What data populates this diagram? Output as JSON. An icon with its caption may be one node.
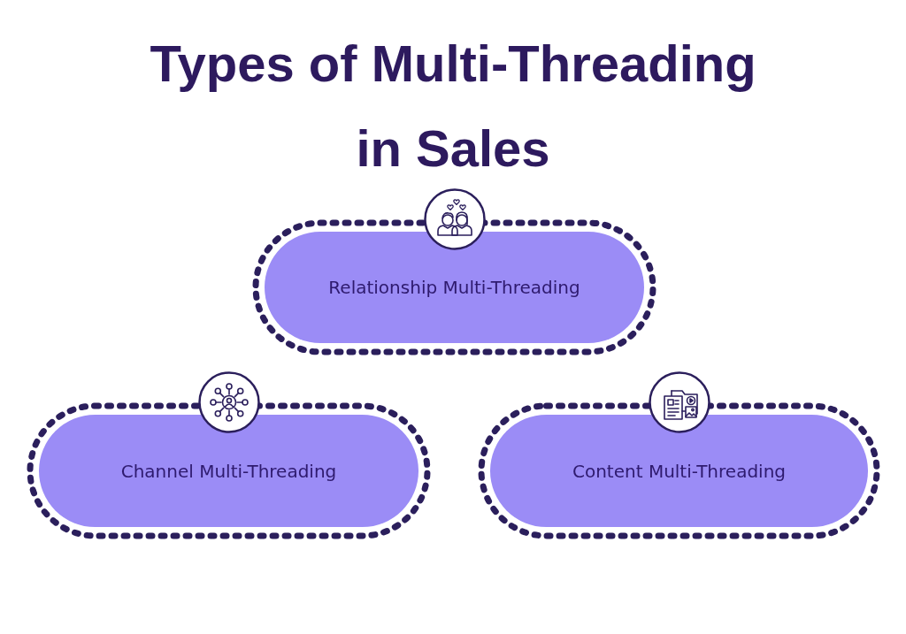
{
  "diagram": {
    "title": "Types of Multi-Threading in Sales",
    "nodes": [
      {
        "text": [
          "Relationship Multi-Threading"
        ]
      },
      {
        "text": [
          "Channel Multi-Threading"
        ]
      },
      {
        "text": [
          "Content Multi-Threading"
        ]
      }
    ]
  }
}
